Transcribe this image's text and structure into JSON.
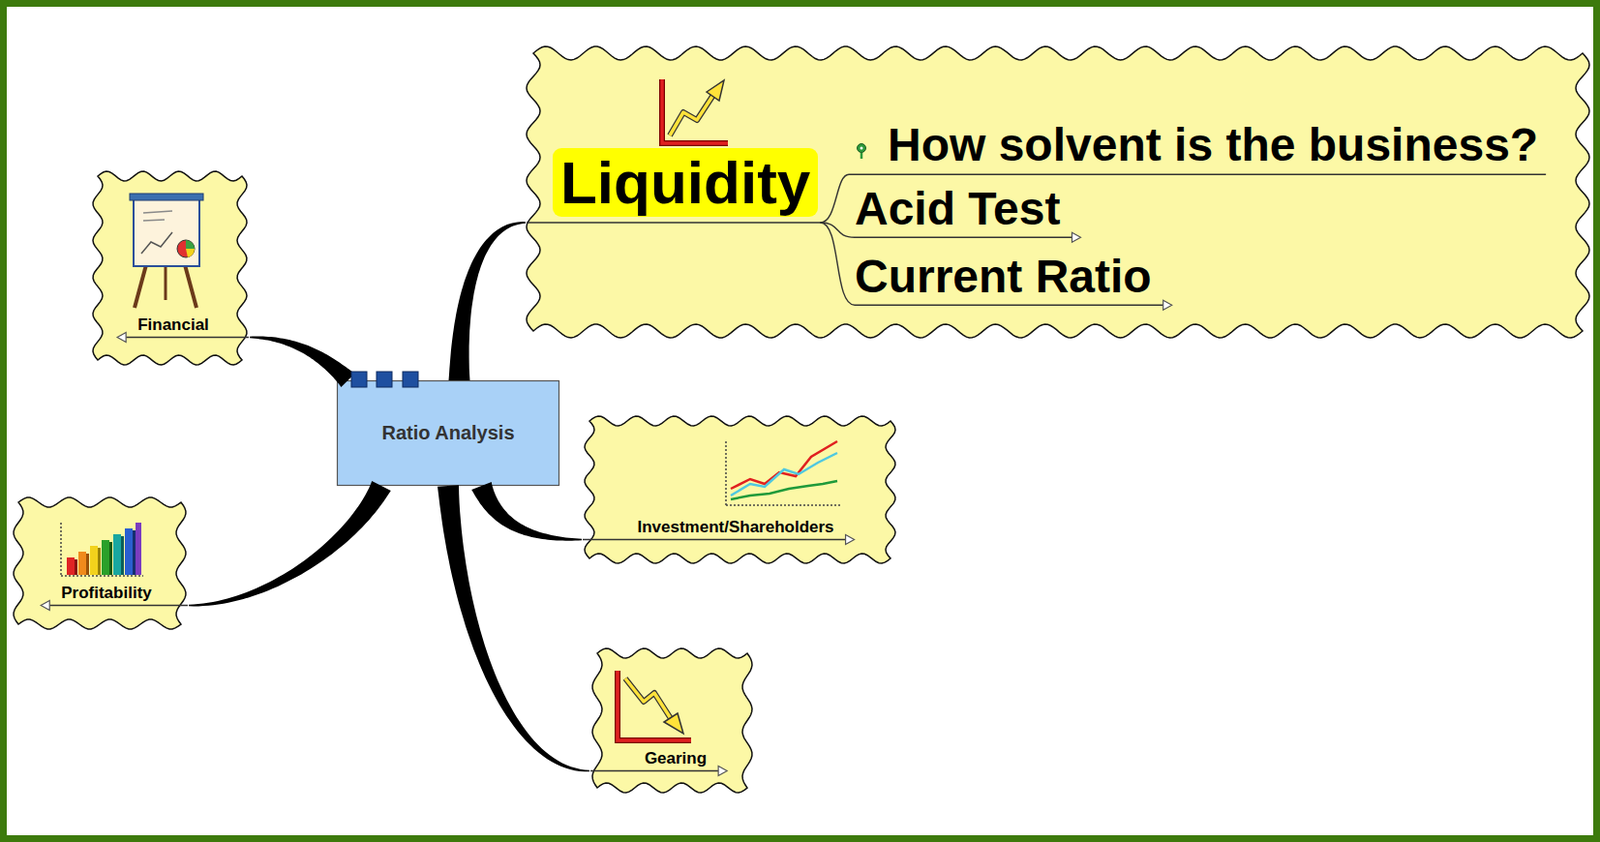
{
  "diagram": {
    "nodes": [
      {
        "text": [
          "Liquidity",
          "How solvent is the business?",
          "Acid Test",
          "Current Ratio"
        ]
      },
      {
        "text": [
          "Financial"
        ]
      },
      {
        "text": [
          "Ratio Analysis"
        ]
      },
      {
        "text": [
          "Investment/Shareholders"
        ]
      },
      {
        "text": [
          "Profitability"
        ]
      },
      {
        "text": [
          "Gearing"
        ]
      }
    ],
    "edges": [
      {
        "from": 2,
        "to": 0,
        "arrow": "none"
      },
      {
        "from": 2,
        "to": 1,
        "arrow": "none"
      },
      {
        "from": 2,
        "to": 3,
        "arrow": "none"
      },
      {
        "from": 2,
        "to": 4,
        "arrow": "none"
      },
      {
        "from": 2,
        "to": 5,
        "arrow": "none"
      }
    ]
  }
}
